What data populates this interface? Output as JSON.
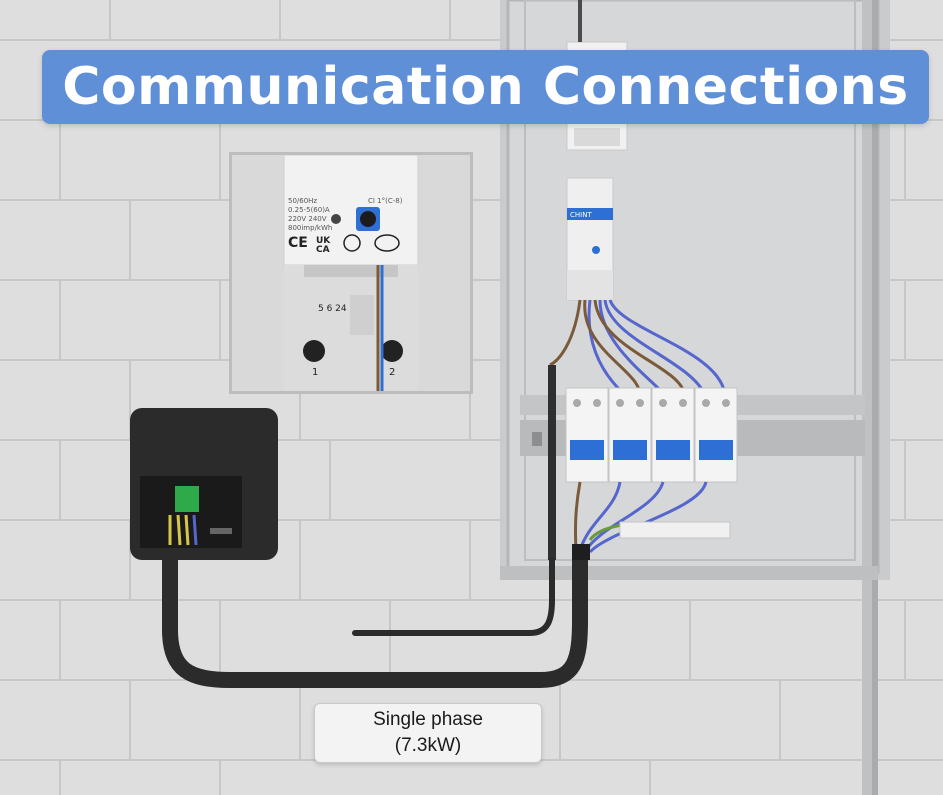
{
  "title": "Communication Connections",
  "caption": {
    "line1": "Single phase",
    "line2": "(7.3kW)"
  },
  "meter_label": {
    "freq": "50/60Hz",
    "current": "0.25-5(60)A",
    "voltage": "220V   240V",
    "rate": "800imp/kWh",
    "model": "CI 1°(C-8)",
    "terminals_top": "5  6   24  25",
    "terminal_left": "1",
    "terminal_right": "2",
    "brand": "CHINT"
  },
  "colors": {
    "banner": "#5f8fd6",
    "wall": "#dcdcdc",
    "cabinet": "#d4d6d8",
    "breaker_blue": "#2e6fd6",
    "charger": "#2b2b2b",
    "terminal_green": "#2eaa4a"
  }
}
